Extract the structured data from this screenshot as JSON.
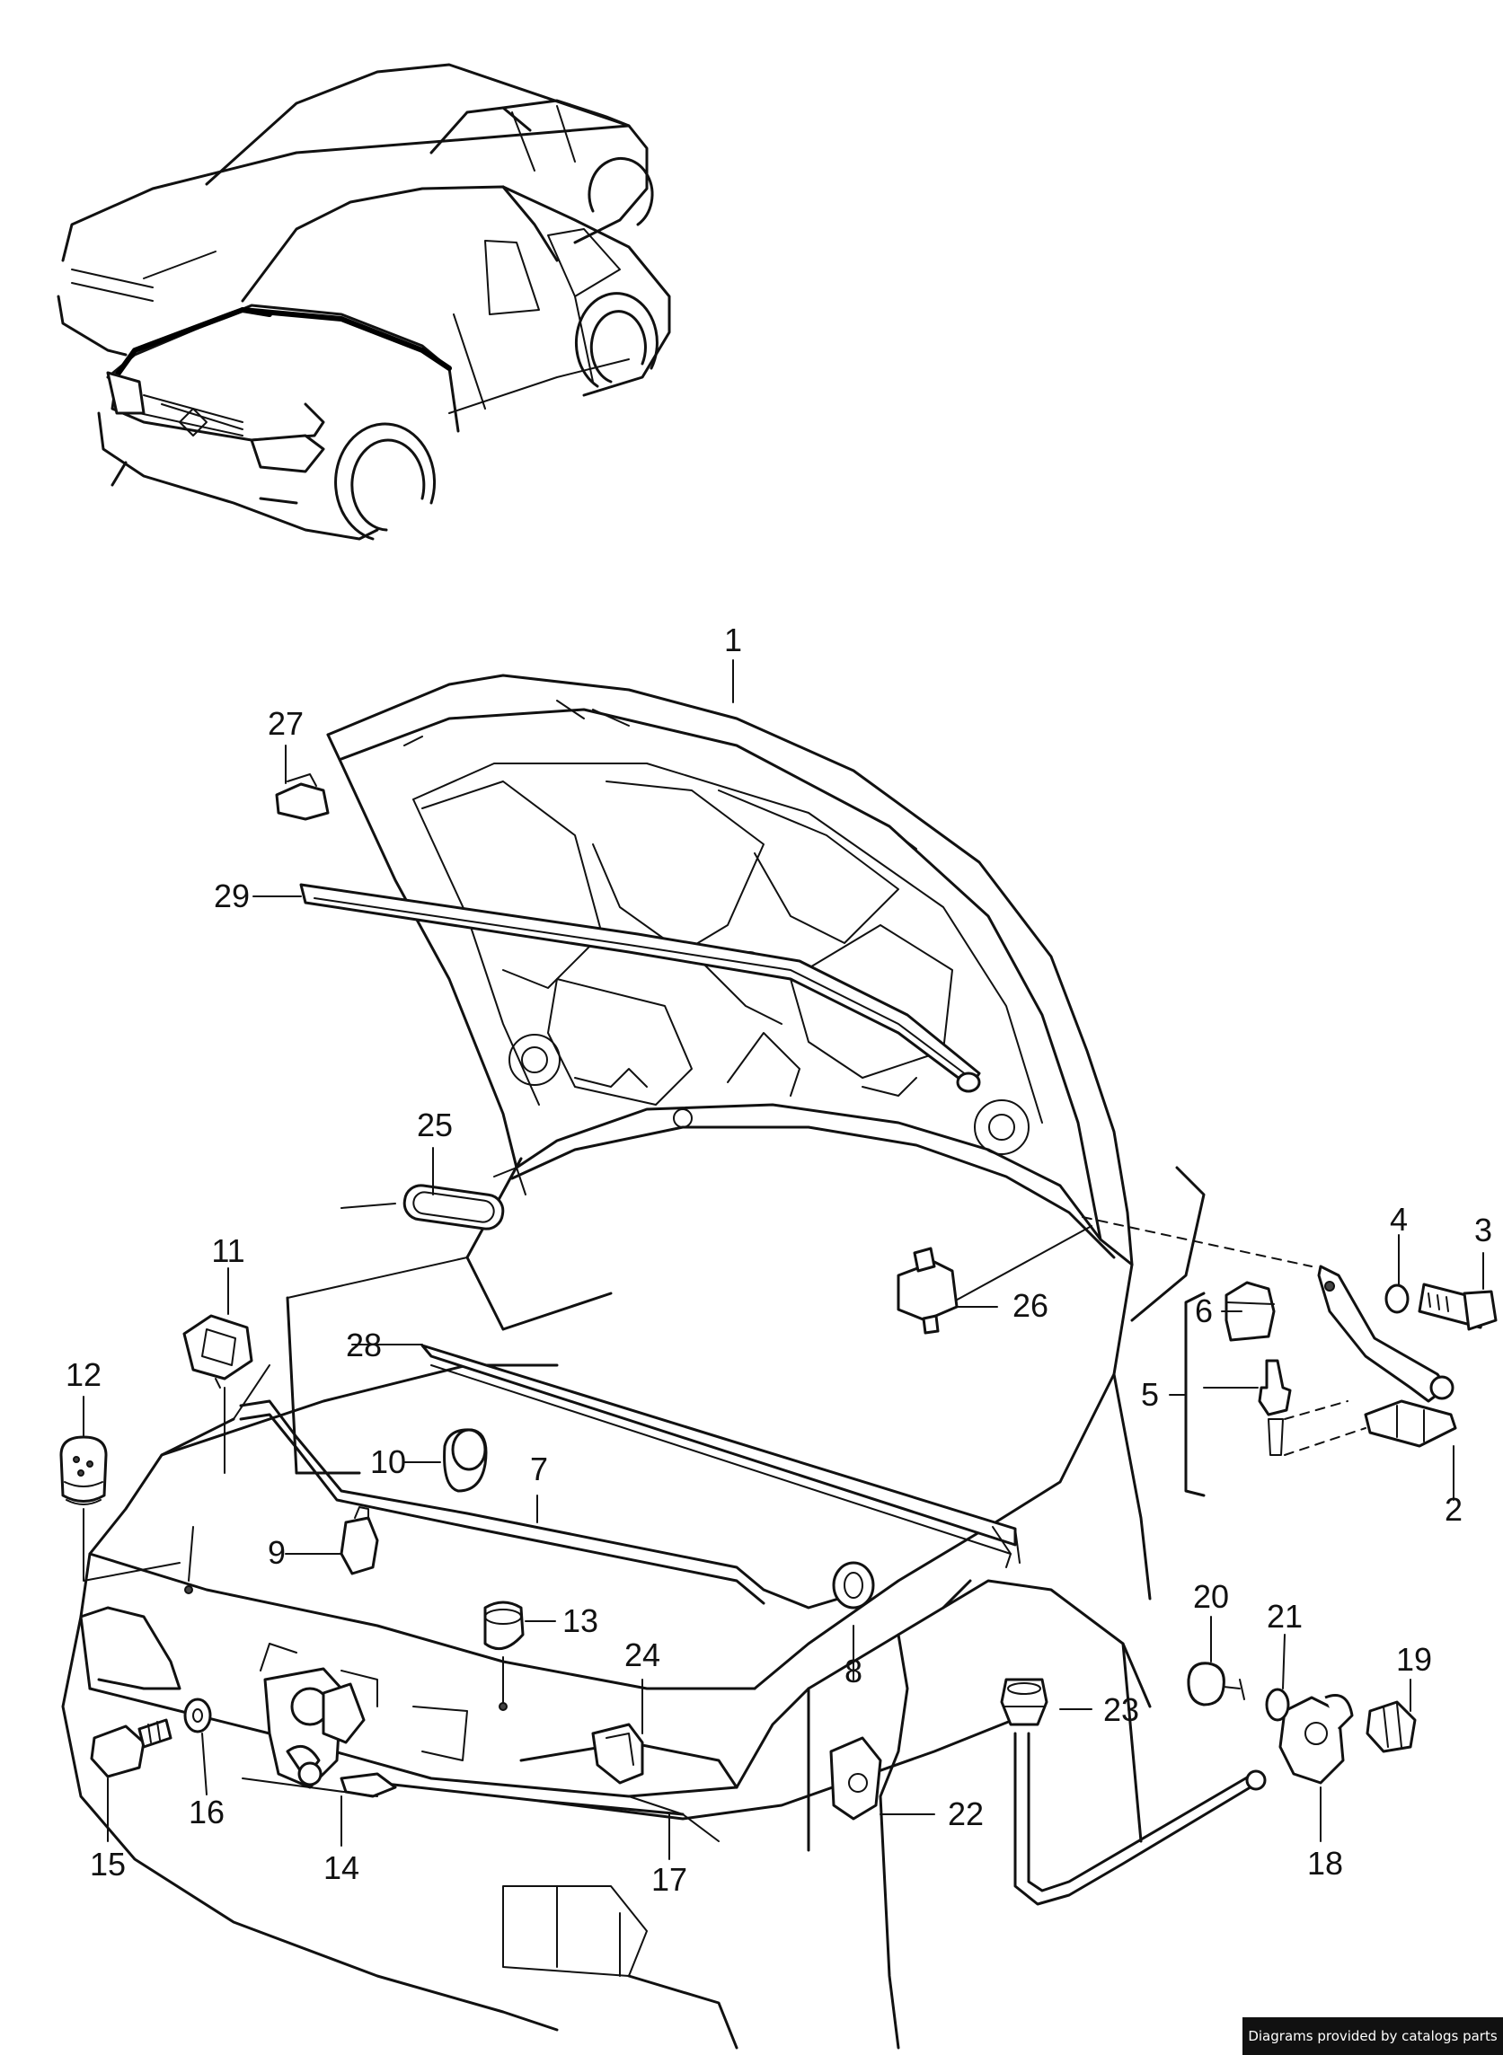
{
  "callouts": [
    "1",
    "2",
    "3",
    "4",
    "5",
    "6",
    "7",
    "8",
    "9",
    "10",
    "11",
    "12",
    "13",
    "14",
    "15",
    "16",
    "17",
    "18",
    "19",
    "20",
    "21",
    "22",
    "23",
    "24",
    "25",
    "26",
    "27",
    "28",
    "29"
  ],
  "credit": "Diagrams provided by catalogs parts"
}
